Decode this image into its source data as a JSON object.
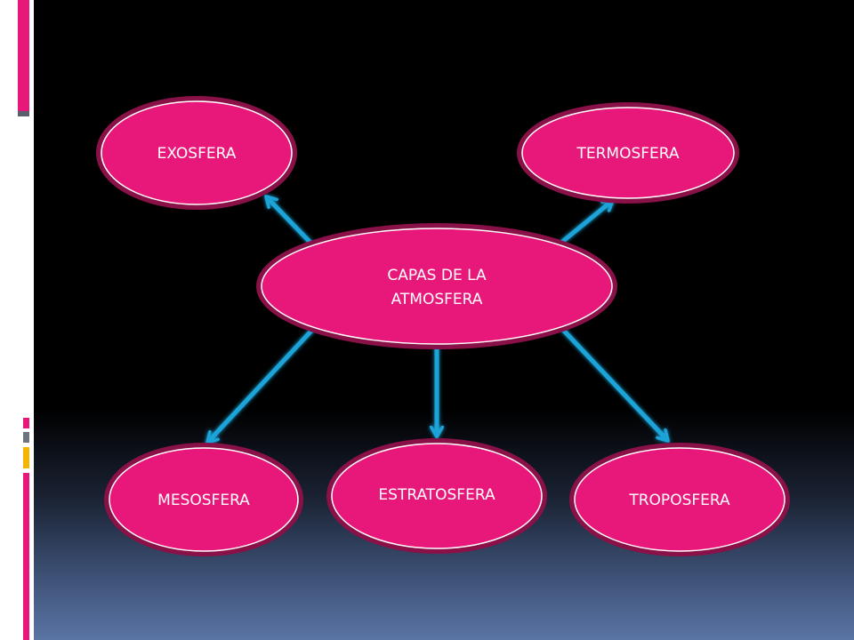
{
  "colors": {
    "node_fill": "#e8187a",
    "node_stroke": "#8a1048",
    "node_edge": "#ffffff",
    "arrow": "#1aa3d8",
    "accent_pink": "#e8187a",
    "accent_gray": "#6d7480",
    "accent_yellow": "#f5b400"
  },
  "diagram": {
    "center": {
      "line1": "CAPAS DE LA",
      "line2": "ATMOSFERA"
    },
    "nodes": {
      "exosfera": "EXOSFERA",
      "termosfera": "TERMOSFERA",
      "mesosfera": "MESOSFERA",
      "estratosfera": "ESTRATOSFERA",
      "troposfera": "TROPOSFERA"
    }
  }
}
